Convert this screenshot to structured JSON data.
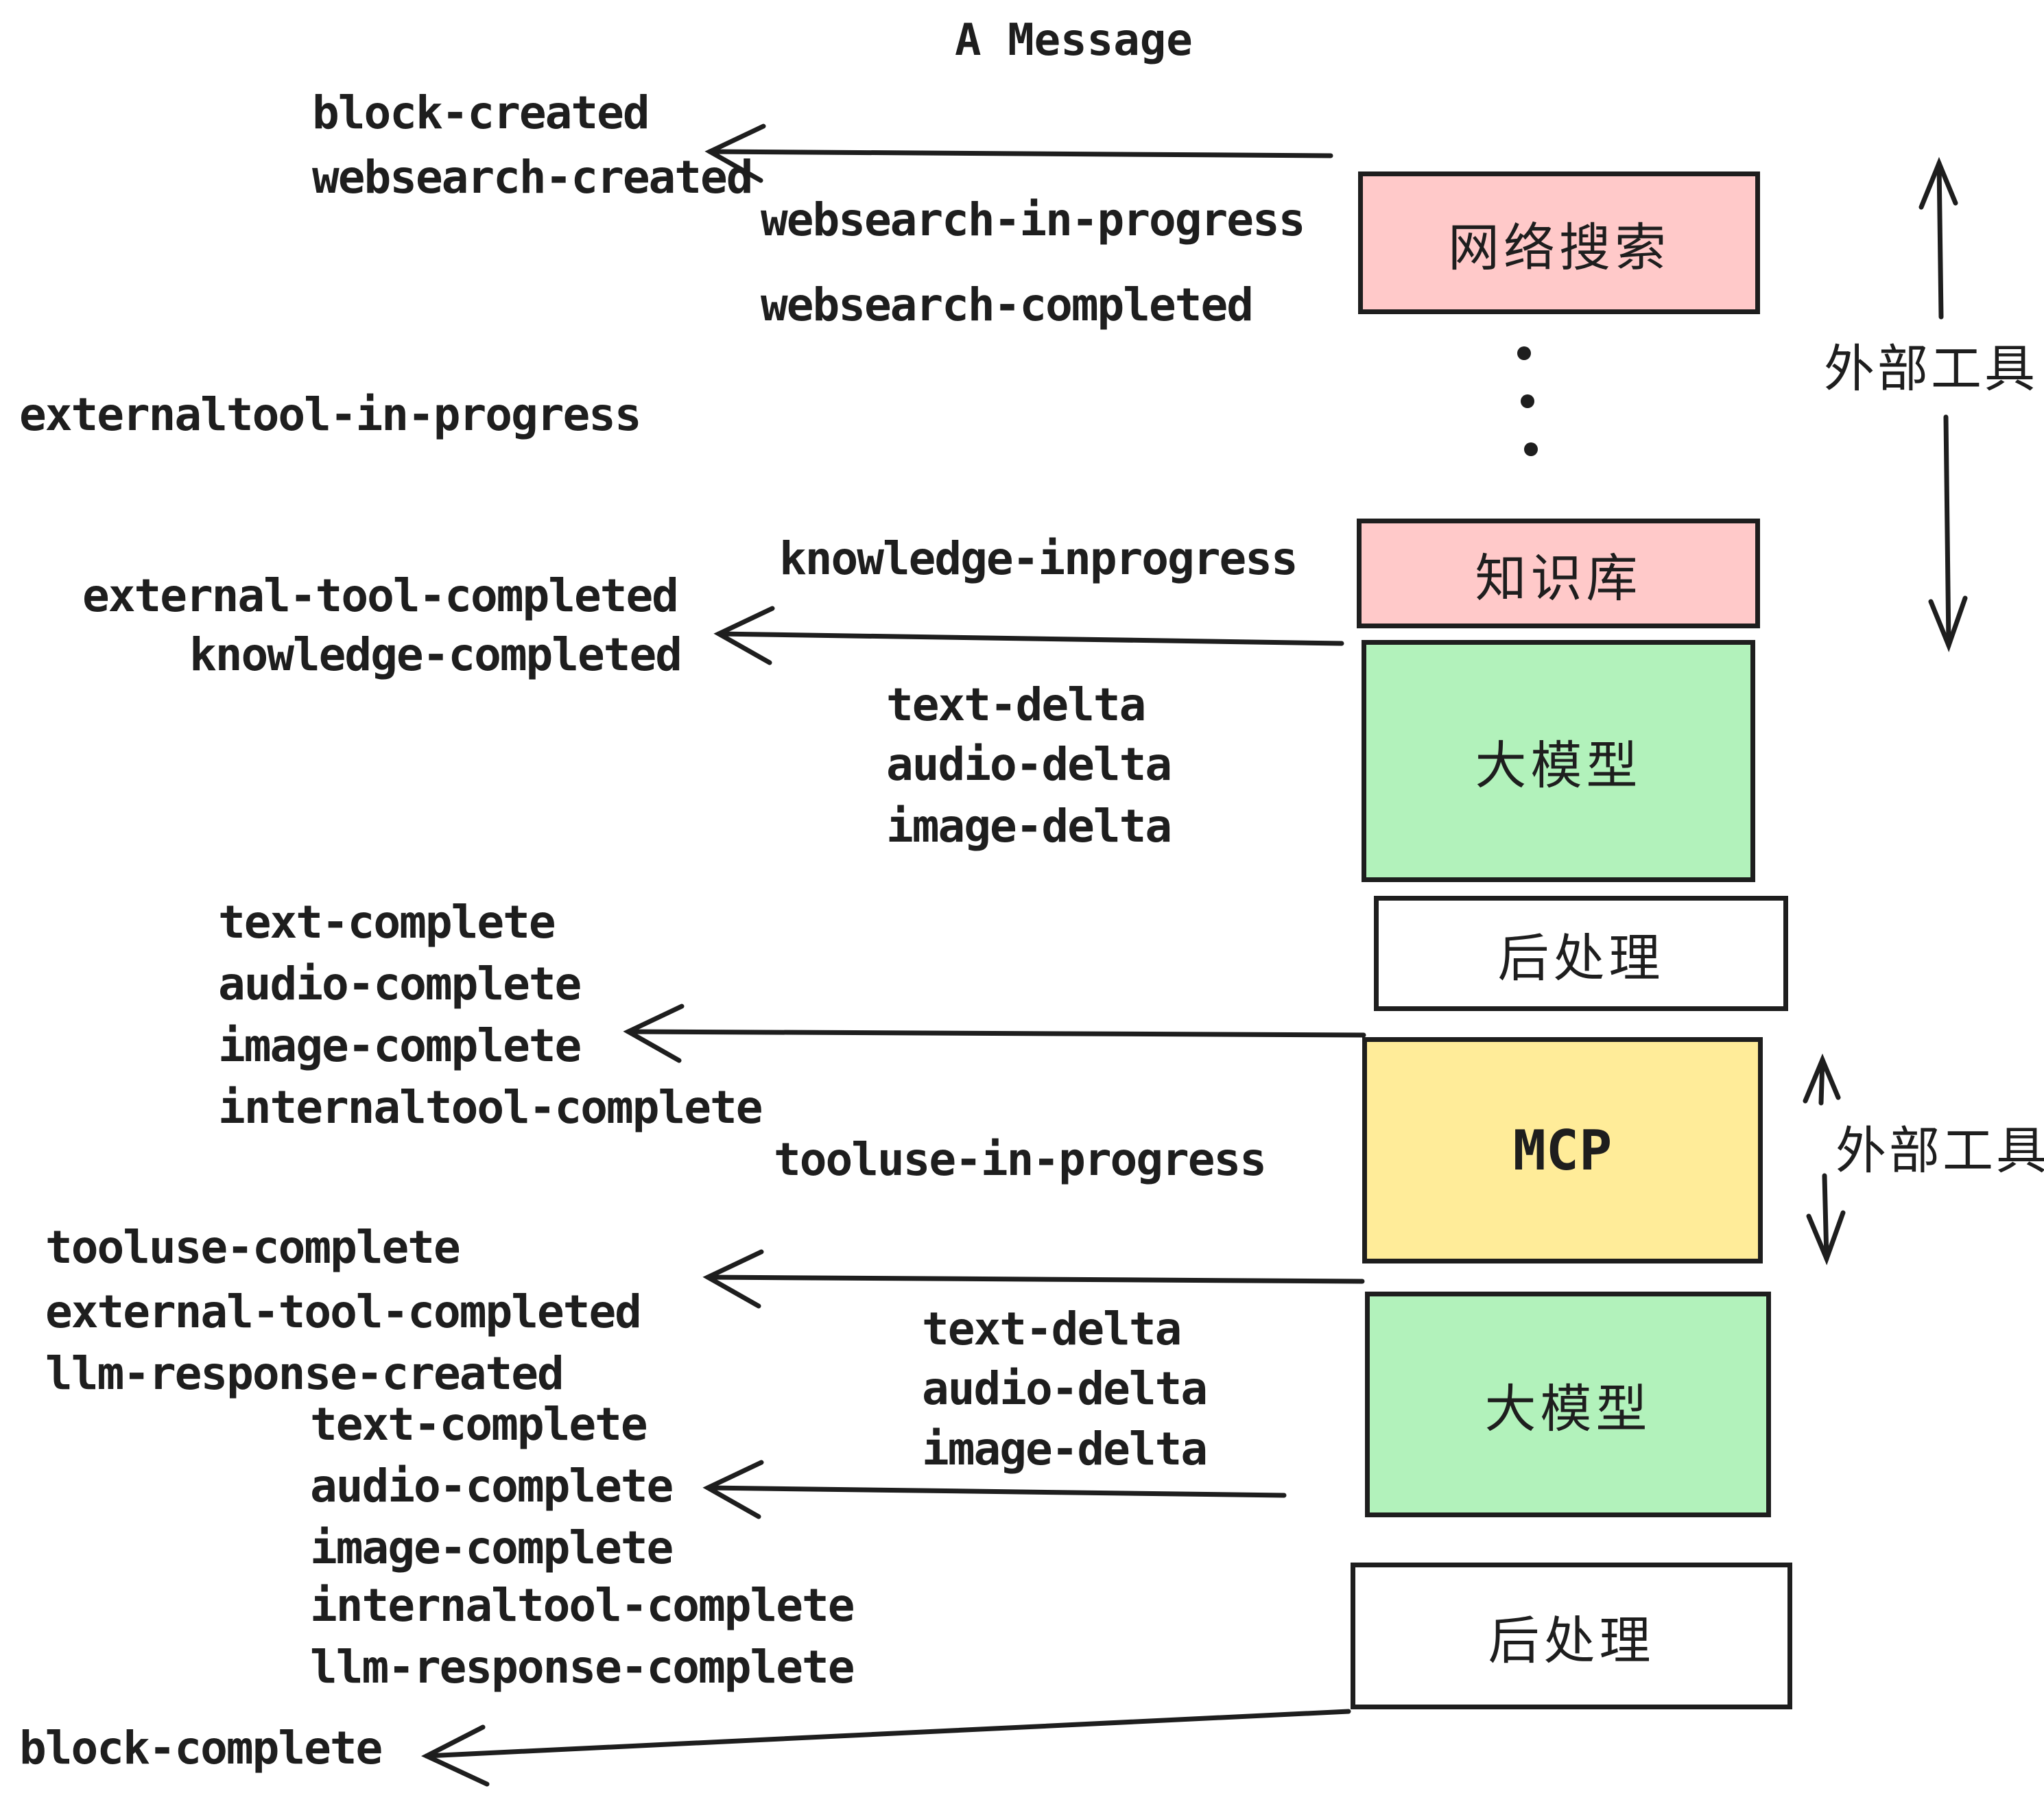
{
  "title": "A Message",
  "colors": {
    "pink": "#ffc9c9",
    "green": "#b2f2bb",
    "yellow": "#ffec99",
    "white": "#ffffff",
    "ink": "#1e1e1e"
  },
  "boxes": {
    "websearch": {
      "label": "网络搜索",
      "fill": "#ffc9c9"
    },
    "knowledge": {
      "label": "知识库",
      "fill": "#ffc9c9"
    },
    "llm_top": {
      "label": "大模型",
      "fill": "#b2f2bb"
    },
    "post_top": {
      "label": "后处理",
      "fill": "#ffffff"
    },
    "mcp": {
      "label": "MCP",
      "fill": "#ffec99"
    },
    "llm_bottom": {
      "label": "大模型",
      "fill": "#b2f2bb"
    },
    "post_bottom": {
      "label": "后处理",
      "fill": "#ffffff"
    }
  },
  "side_labels": {
    "external_tools_upper": "外部工具",
    "external_tools_lower": "外部工具"
  },
  "events": {
    "block_created": "block-created",
    "websearch_created": "websearch-created",
    "websearch_in_progress": "websearch-in-progress",
    "websearch_completed": "websearch-completed",
    "externaltool_in_progress": "externaltool-in-progress",
    "knowledge_inprogress": "knowledge-inprogress",
    "external_tool_completed_top": "external-tool-completed",
    "knowledge_completed": "knowledge-completed",
    "text_delta_1": "text-delta",
    "audio_delta_1": "audio-delta",
    "image_delta_1": "image-delta",
    "text_complete_1": "text-complete",
    "audio_complete_1": "audio-complete",
    "image_complete_1": "image-complete",
    "internaltool_complete_1": "internaltool-complete",
    "tooluse_in_progress": "tooluse-in-progress",
    "tooluse_complete": "tooluse-complete",
    "external_tool_completed_bottom": "external-tool-completed",
    "llm_response_created": "llm-response-created",
    "text_complete_2": "text-complete",
    "audio_complete_2": "audio-complete",
    "image_complete_2": "image-complete",
    "internaltool_complete_2": "internaltool-complete",
    "llm_response_complete": "llm-response-complete",
    "block_complete": "block-complete"
  }
}
